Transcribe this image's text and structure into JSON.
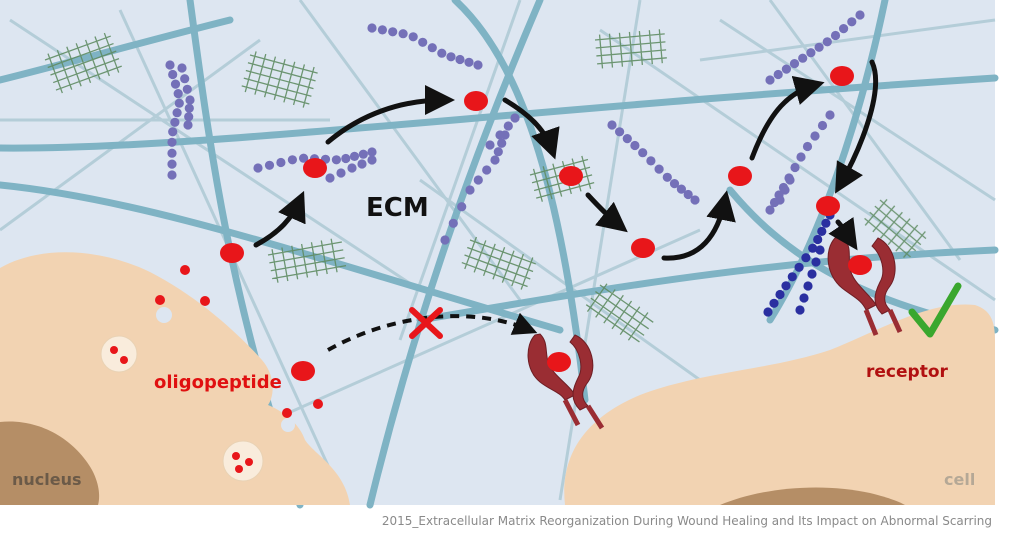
{
  "labels": {
    "ecm": "ECM",
    "oligopeptide": "oligopeptide",
    "receptor": "receptor",
    "nucleus": "nucleus",
    "cell": "cell"
  },
  "citation": "2015_Extracellular Matrix Reorganization During Wound Healing and Its Impact on Abnormal Scarring",
  "colors": {
    "background": "#dde6f1",
    "fiber": "#7fb3c4",
    "fiber_light": "#a7c9d6",
    "cell_body": "#f2d3b2",
    "nucleus": "#b58e66",
    "peptide": "#e8161a",
    "chain": "#7470b8",
    "chain_dark": "#2a2fa0",
    "mesh": "#5f8c63",
    "receptor": "#9a2d33",
    "arrow": "#111111",
    "blocked_cross": "#e8161a",
    "check": "#3aa72e"
  },
  "icons": [
    "check-icon",
    "cross-icon"
  ]
}
